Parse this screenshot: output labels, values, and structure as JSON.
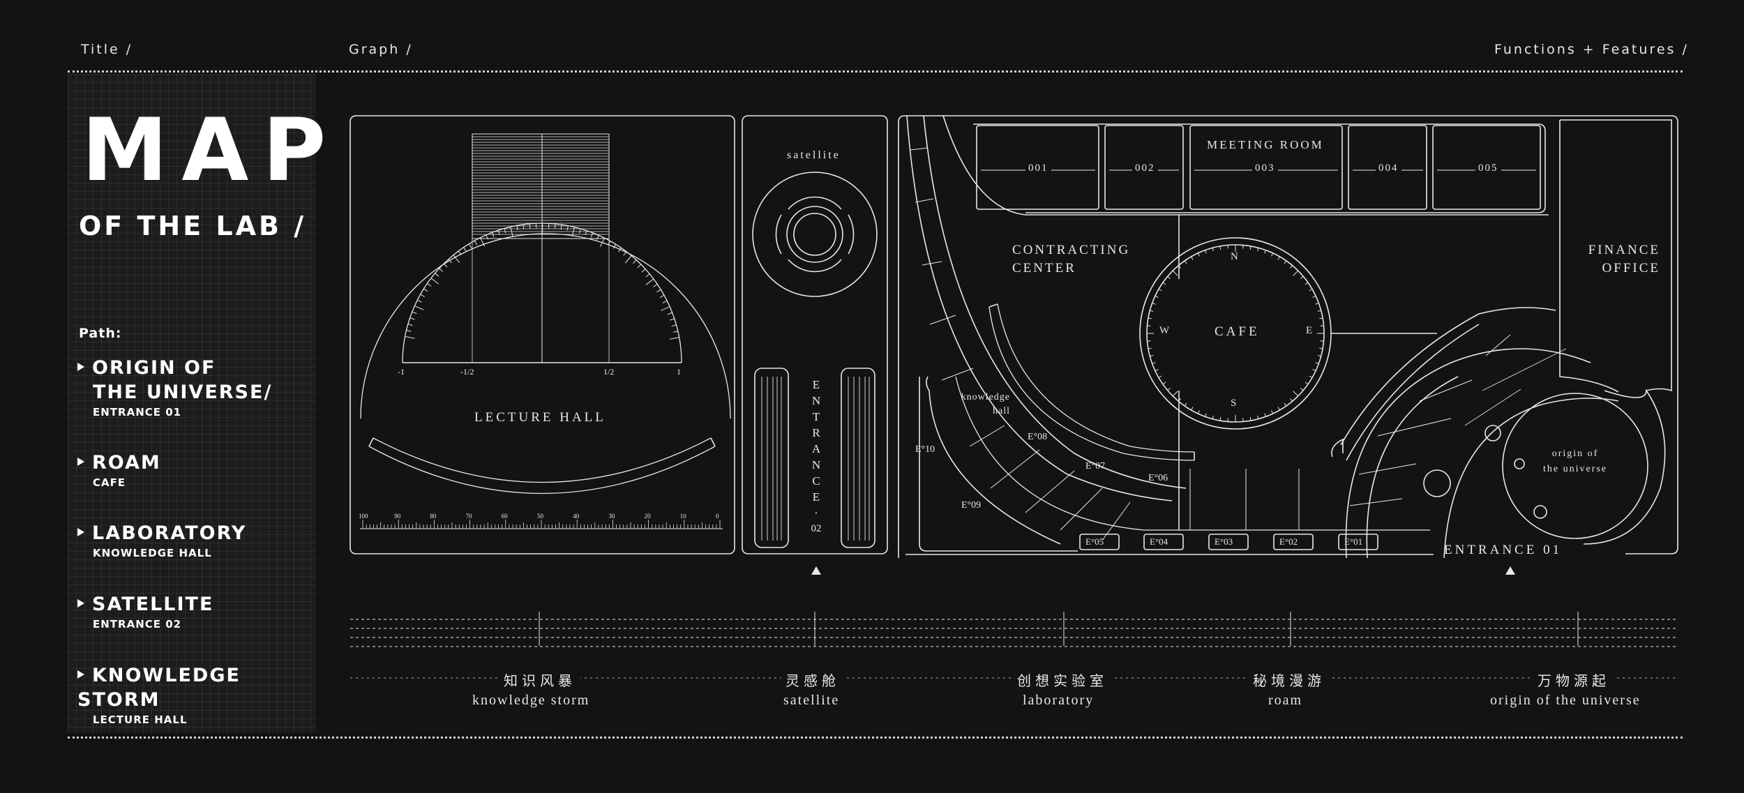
{
  "header": {
    "col1": "Title /",
    "col2": "Graph /",
    "col3": "Functions + Features /"
  },
  "sidebar": {
    "title": "MAP",
    "subtitle": "OF THE LAB /",
    "path_label": "Path:",
    "items": [
      {
        "main": "ORIGIN OF",
        "main2": "THE UNIVERSE/",
        "sub": "ENTRANCE 01"
      },
      {
        "main": "ROAM",
        "sub": "CAFE"
      },
      {
        "main": "LABORATORY",
        "sub": "KNOWLEDGE HALL"
      },
      {
        "main": "SATELLITE",
        "sub": "ENTRANCE 02"
      },
      {
        "main": "KNOWLEDGE STORM",
        "sub": "LECTURE HALL"
      }
    ]
  },
  "map": {
    "lecture_hall": "LECTURE HALL",
    "axis_labels": [
      "-1",
      "-1/2",
      "1/2",
      "1"
    ],
    "ruler_labels": [
      "100",
      "90",
      "80",
      "70",
      "60",
      "50",
      "40",
      "30",
      "20",
      "10",
      "0"
    ],
    "satellite": "satellite",
    "entrance02": [
      "E",
      "N",
      "T",
      "R",
      "A",
      "N",
      "C",
      "E",
      "·",
      "02"
    ],
    "meeting_room": "MEETING ROOM",
    "rooms": [
      "001",
      "002",
      "003",
      "004",
      "005"
    ],
    "contracting": [
      "CONTRACTING",
      "CENTER"
    ],
    "finance": [
      "FINANCE",
      "OFFICE"
    ],
    "cafe": "CAFE",
    "compass": {
      "n": "N",
      "s": "S",
      "e": "E",
      "w": "W"
    },
    "knowledge_hall": [
      "knowledge",
      "hall"
    ],
    "origin": [
      "origin of",
      "the universe"
    ],
    "entrance01": "ENTRANCE 01",
    "gates_arc": [
      "E°10",
      "E°09",
      "E°08",
      "E°07",
      "E°06"
    ],
    "gates_row": [
      "E°05",
      "E°04",
      "E°03",
      "E°02",
      "E°01"
    ]
  },
  "timeline": [
    {
      "cn": "知识风暴",
      "en": "knowledge storm"
    },
    {
      "cn": "灵感舱",
      "en": "satellite"
    },
    {
      "cn": "创想实验室",
      "en": "laboratory"
    },
    {
      "cn": "秘境漫游",
      "en": "roam"
    },
    {
      "cn": "万物源起",
      "en": "origin of the universe"
    }
  ],
  "colors": {
    "background": "#111315",
    "line": "#e8e8e8",
    "sidebar_bg": "#1a1c1e"
  }
}
